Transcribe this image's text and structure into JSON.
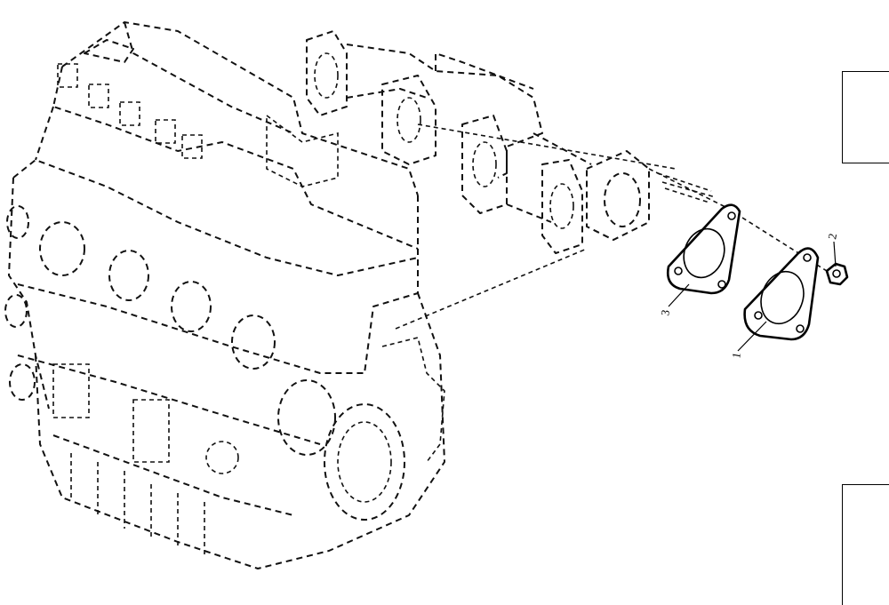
{
  "callouts": [
    {
      "number": "1",
      "part": "gasket-exhaust-flange"
    },
    {
      "number": "2",
      "part": "nut"
    },
    {
      "number": "3",
      "part": "gasket-exhaust-flange"
    }
  ],
  "colors": {
    "line": "#000000",
    "background": "#ffffff"
  }
}
